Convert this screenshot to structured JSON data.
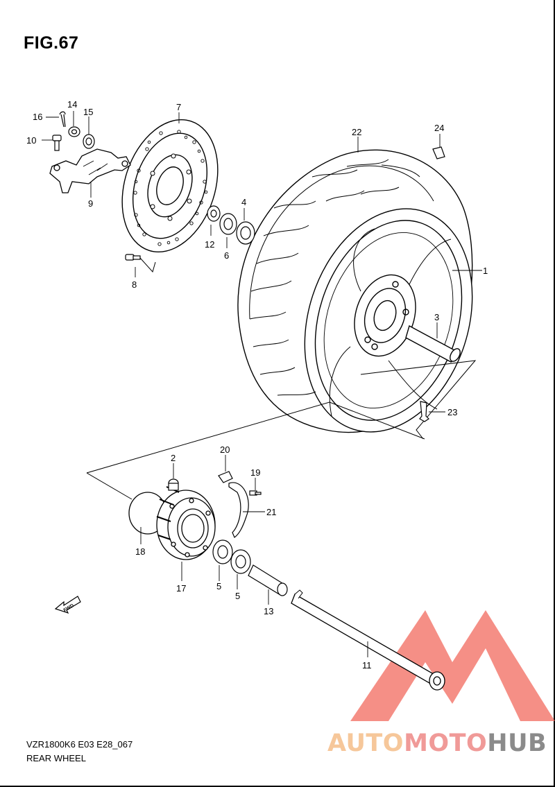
{
  "figure": {
    "title": "FIG.67",
    "code": "VZR1800K6 E03 E28_067",
    "caption": "REAR WHEEL"
  },
  "callouts": {
    "c1": "1",
    "c2": "2",
    "c3": "3",
    "c4": "4",
    "c5a": "5",
    "c5b": "5",
    "c6": "6",
    "c7": "7",
    "c8": "8",
    "c9": "9",
    "c10": "10",
    "c11": "11",
    "c12": "12",
    "c13": "13",
    "c14": "14",
    "c15": "15",
    "c16": "16",
    "c17": "17",
    "c18": "18",
    "c19": "19",
    "c20": "20",
    "c21": "21",
    "c22": "22",
    "c23": "23",
    "c24": "24"
  },
  "fwd_arrow": {
    "label": "FWD"
  },
  "watermark": {
    "part1": "AUTO",
    "part2": "MOTO",
    "part3": "HUB",
    "colors": {
      "auto": "#f6c79a",
      "moto": "#f09a98",
      "hub": "#8b8b8b",
      "triangle": "#f26a5e"
    }
  }
}
